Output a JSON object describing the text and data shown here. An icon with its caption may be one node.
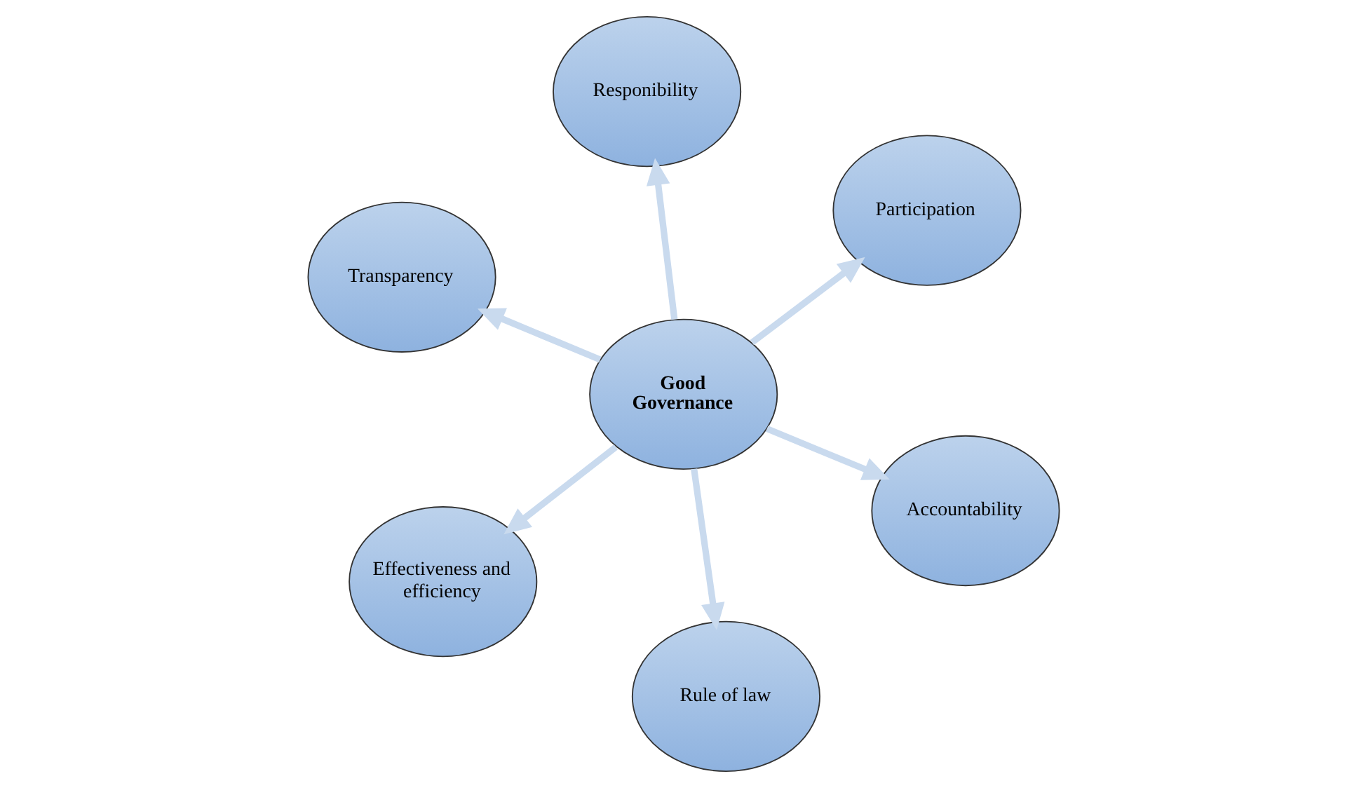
{
  "diagram": {
    "nodes": [
      {
        "text": [
          "Transparency"
        ]
      },
      {
        "text": [
          "Accountability"
        ]
      },
      {
        "text": [
          "Rule of law"
        ]
      },
      {
        "text": [
          "Good Governance"
        ]
      },
      {
        "text": [
          "Participation"
        ]
      },
      {
        "text": [
          "Responibility"
        ]
      },
      {
        "text": [
          "Effectiveness and efficiency"
        ]
      }
    ],
    "edges": [
      {
        "from": 3,
        "to": 0,
        "arrow": "to"
      },
      {
        "from": 3,
        "to": 2,
        "arrow": "to"
      },
      {
        "from": 3,
        "to": 5,
        "arrow": "to"
      },
      {
        "from": 3,
        "to": 6,
        "arrow": "to"
      },
      {
        "from": 3,
        "to": 4,
        "arrow": "to"
      },
      {
        "from": 3,
        "to": 1,
        "arrow": "to"
      }
    ]
  }
}
